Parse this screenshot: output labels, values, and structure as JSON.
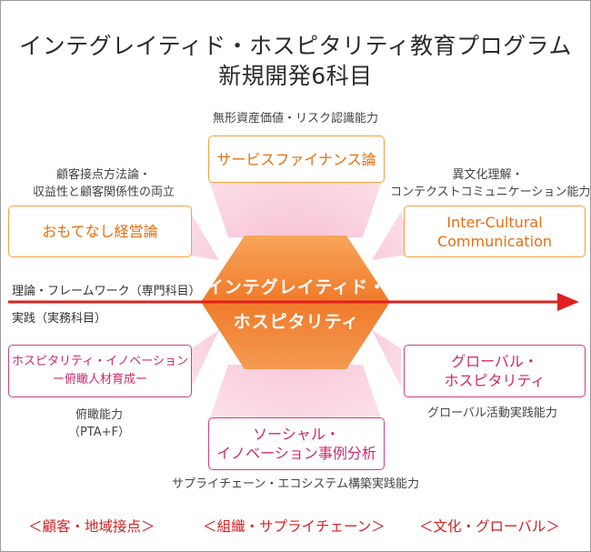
{
  "title": {
    "line1": "インテグレイティド・ホスピタリティ教育プログラム",
    "line2": "新規開発6科目"
  },
  "center": {
    "line1": "インテグレイティド・",
    "line2": "ホスピタリティ"
  },
  "axis": {
    "theory": "理論・フレームワーク（専門科目）",
    "practice": "実践（実務科目）"
  },
  "subjects": {
    "service_finance": {
      "name": "サービスファイナンス論",
      "skill": "無形資産価値・リスク認識能力"
    },
    "omotenashi": {
      "name": "おもてなし経営論",
      "skill_line1": "顧客接点方法論・",
      "skill_line2": "収益性と顧客関係性の両立"
    },
    "intercultural": {
      "name_line1": "Inter-Cultural",
      "name_line2": "Communication",
      "skill_line1": "異文化理解・",
      "skill_line2": "コンテクストコミュニケーション能力"
    },
    "innovation": {
      "name_line1": "ホスピタリティ・イノベーション",
      "name_line2": "ー俯瞰人材育成ー",
      "skill_line1": "俯瞰能力",
      "skill_line2": "（PTA+F）"
    },
    "social": {
      "name_line1": "ソーシャル・",
      "name_line2": "イノベーション事例分析",
      "skill": "サプライチェーン・エコシステム構築実践能力"
    },
    "global": {
      "name_line1": "グローバル・",
      "name_line2": "ホスピタリティ",
      "skill": "グローバル活動実践能力"
    }
  },
  "categories": {
    "customer": "＜顧客・地域接点＞",
    "organization": "＜組織・サプライチェーン＞",
    "culture": "＜文化・グローバル＞"
  },
  "colors": {
    "orange_box": "#f5a13c",
    "pink_box": "#cf3f80",
    "arrow": "#e21f1f",
    "hexagon_fill": "#f07a2a",
    "category_text": "#d42020"
  }
}
